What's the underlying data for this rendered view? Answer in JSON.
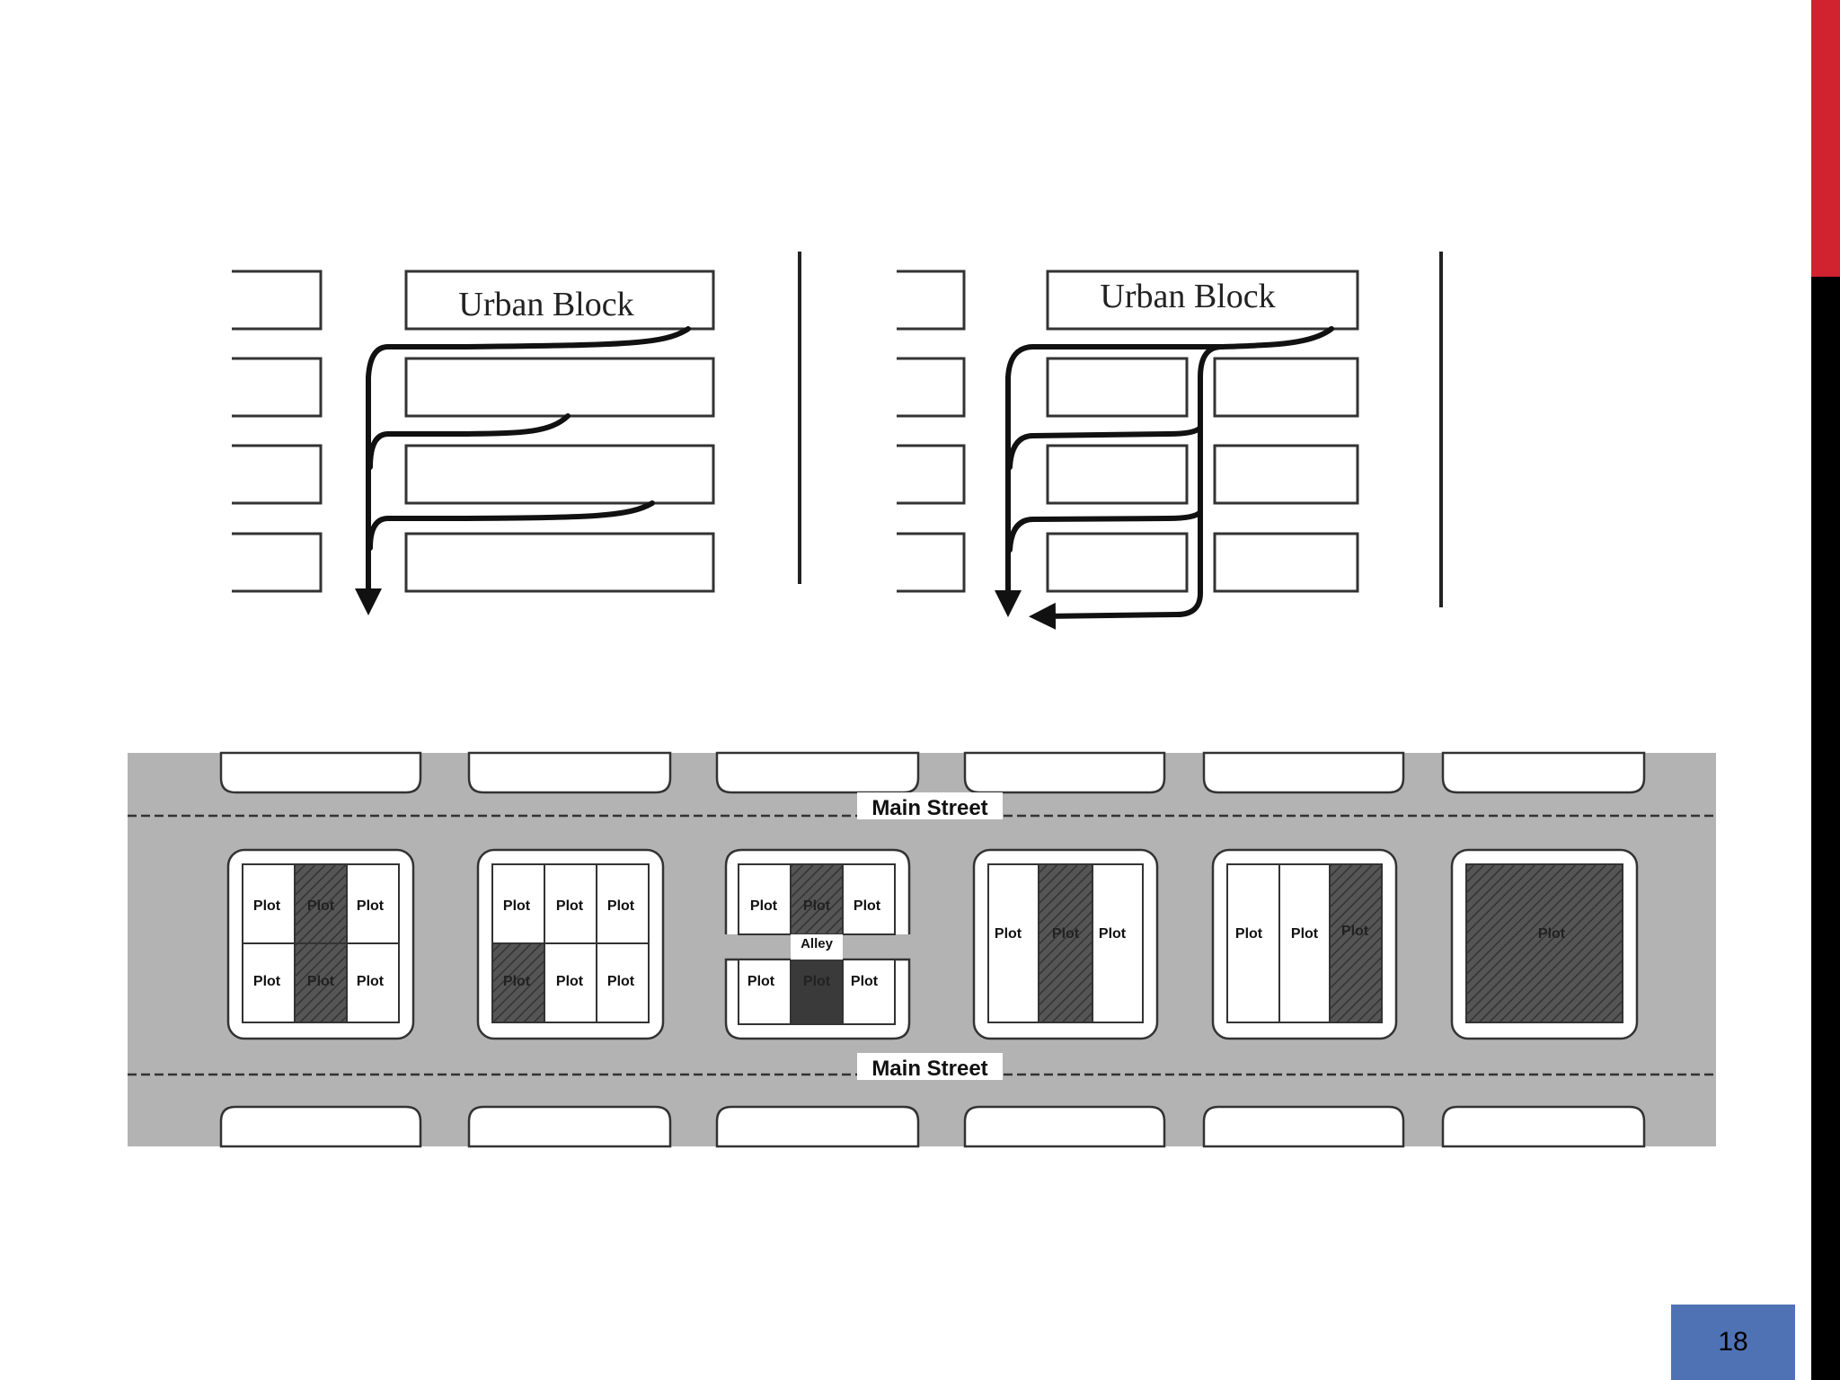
{
  "slide": {
    "page_number": "18",
    "accent_colors": {
      "red": "#d0232f",
      "black": "#000000",
      "page_badge": "#4f72b5"
    }
  },
  "diagram_left": {
    "block_label": "Urban Block"
  },
  "diagram_right": {
    "block_label": "Urban Block"
  },
  "street_map": {
    "top_street": "Main Street",
    "bottom_street": "Main Street",
    "plot_label": "Plot",
    "alley_label": "Alley",
    "road_color": "#b3b3b3"
  }
}
